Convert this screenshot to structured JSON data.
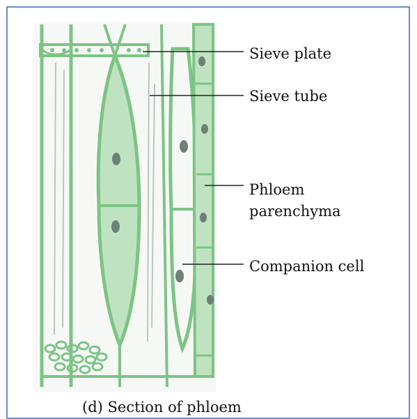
{
  "labels": {
    "sieve_plate": "Sieve plate",
    "sieve_tube": "Sieve tube",
    "phloem_line1": "Phloem",
    "phloem_line2": "parenchyma",
    "companion_cell": "Companion cell"
  },
  "caption": "(d) Section of phloem",
  "colors": {
    "frame": "#3a66b8",
    "wall": "#7cc484",
    "cell_fill": "#bfe3c1",
    "nucleus": "#6f7f79",
    "leader_line": "#222222"
  }
}
